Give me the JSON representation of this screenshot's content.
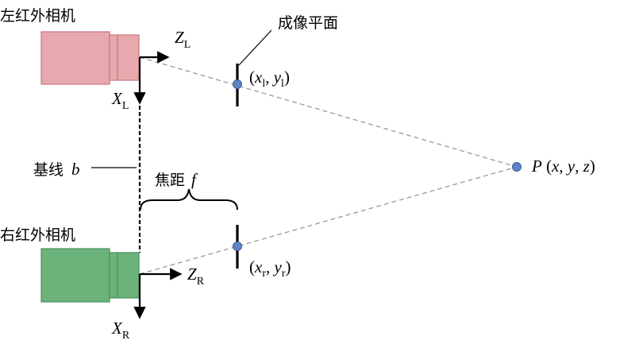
{
  "labels": {
    "left_camera": "左红外相机",
    "right_camera": "右红外相机",
    "imaging_plane": "成像平面",
    "baseline": "基线",
    "baseline_symbol": "b",
    "focal_length": "焦距",
    "focal_symbol": "f"
  },
  "axes": {
    "z_left": {
      "main": "Z",
      "sub": "L"
    },
    "x_left": {
      "main": "X",
      "sub": "L"
    },
    "z_right": {
      "main": "Z",
      "sub": "R"
    },
    "x_right": {
      "main": "X",
      "sub": "R"
    }
  },
  "points": {
    "left_image": {
      "open": "(",
      "x": "x",
      "x_sub": "l",
      "sep": ", ",
      "y": "y",
      "y_sub": "l",
      "close": ")"
    },
    "right_image": {
      "open": "(",
      "x": "x",
      "x_sub": "r",
      "sep": ", ",
      "y": "y",
      "y_sub": "r",
      "close": ")"
    },
    "target": {
      "name": "P",
      "open": " (",
      "x": "x",
      "sep1": ", ",
      "y": "y",
      "sep2": ", ",
      "z": "z",
      "close": ")"
    }
  },
  "colors": {
    "left_camera_fill": "#e8a9ae",
    "left_camera_stroke": "#c9757d",
    "right_camera_fill": "#6bb27b",
    "right_camera_stroke": "#4a8f5a",
    "point_fill": "#5b84c4",
    "point_stroke": "#3a5f99",
    "ray": "#9a9a9a"
  }
}
